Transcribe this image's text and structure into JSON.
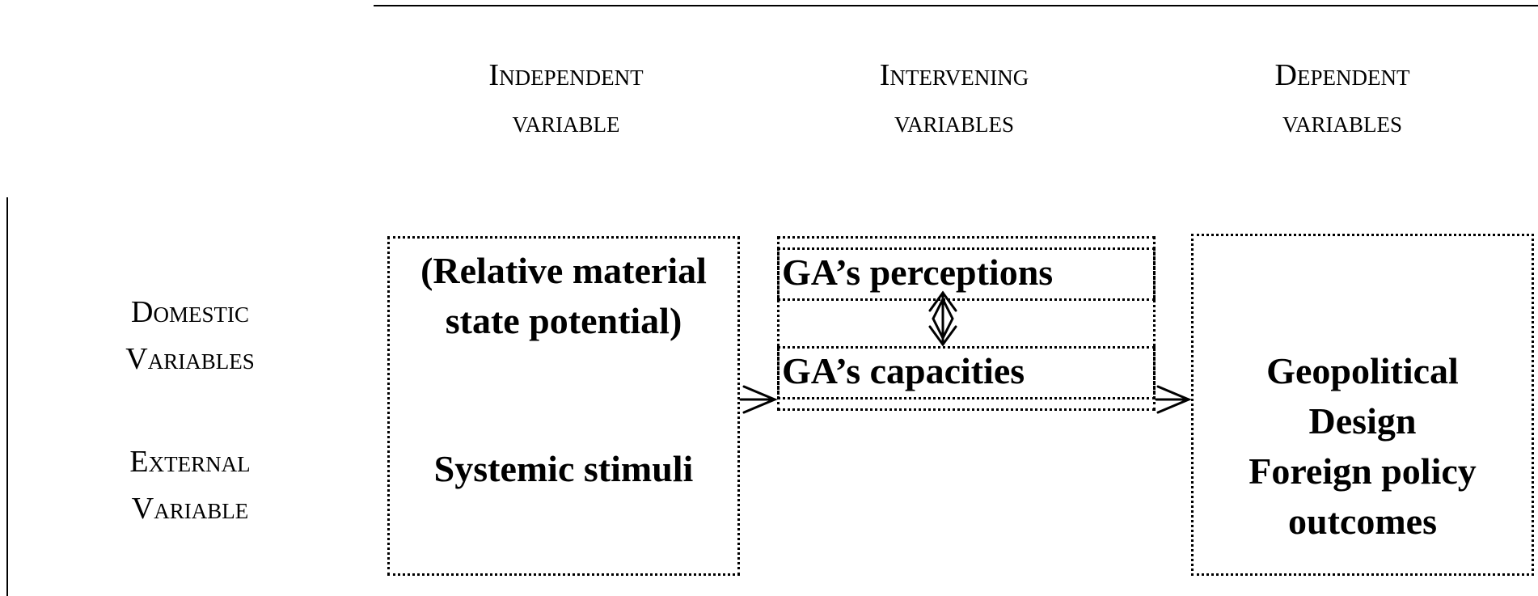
{
  "columns": {
    "independent": {
      "line1": "Independent",
      "line2": "variable"
    },
    "intervening": {
      "line1": "Intervening",
      "line2": "variables"
    },
    "dependent": {
      "line1": "Dependent",
      "line2": "variables"
    }
  },
  "rows": {
    "domestic": {
      "line1": "Domestic",
      "line2": "Variables"
    },
    "external": {
      "line1": "External",
      "line2": "Variable"
    }
  },
  "independent_box": {
    "line1": "(Relative material",
    "line2": "state potential)",
    "line3": "Systemic stimuli"
  },
  "intervening_box": {
    "perceptions": "GA’s perceptions",
    "capacities": "GA’s capacities"
  },
  "dependent_box": {
    "line1": "Geopolitical",
    "line2": "Design",
    "line3": "Foreign policy",
    "line4": "outcomes"
  }
}
